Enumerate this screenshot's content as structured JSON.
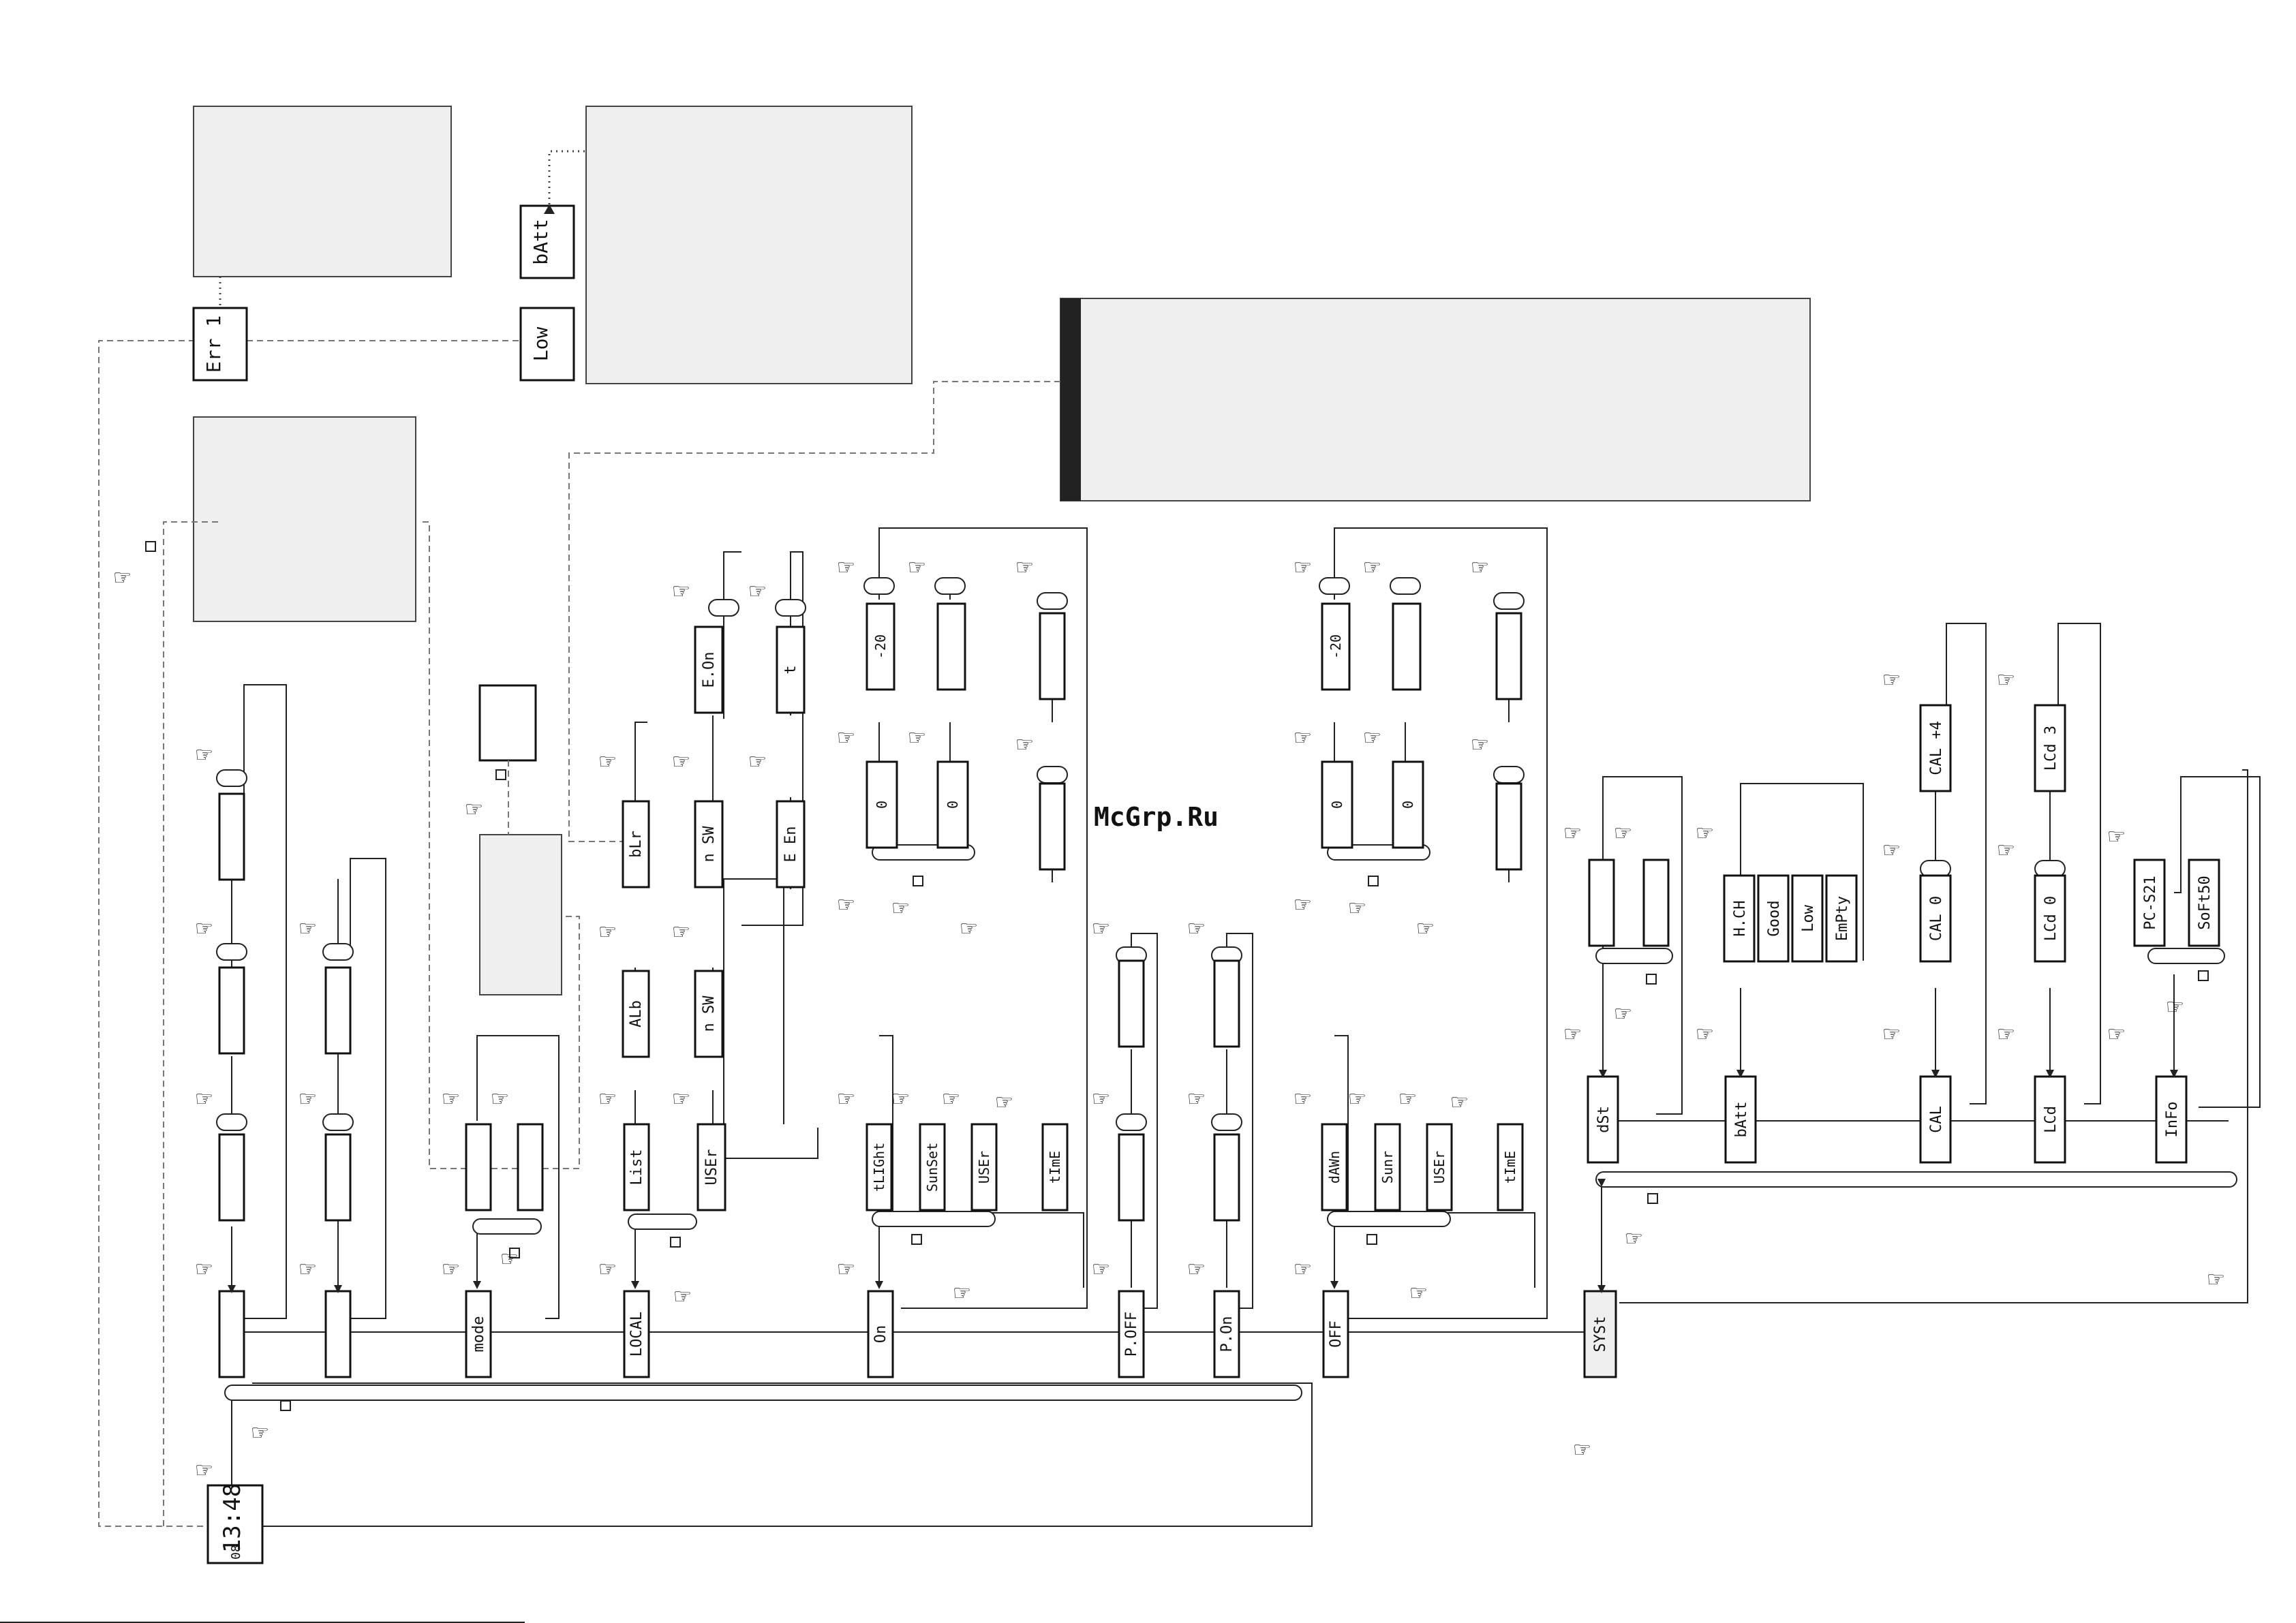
{
  "watermark": "McGrp.Ru",
  "error_code": "Err 1",
  "battery": {
    "low": "Low",
    "label": "bAtt"
  },
  "clock": {
    "time": "13:48",
    "seconds": "08"
  },
  "main_menu": [
    "mode",
    "LOCAL",
    "On",
    "P.OFF",
    "P.On",
    "OFF",
    "SYSt"
  ],
  "local_menu": {
    "list": "List",
    "user": "USEr",
    "alb": "ALb",
    "blk": "bLr",
    "n_sw_1": "n SW",
    "n_sw_2": "n SW",
    "e_on": "E.On",
    "e_en": "E En",
    "t": "t"
  },
  "on_menu": [
    "tLIGht",
    "SunSet",
    "USEr",
    "tImE"
  ],
  "on_sub": {
    "minus20": "-20",
    "k": "0",
    "o": "0"
  },
  "off_menu": [
    "dAWn",
    "Sunr",
    "USEr",
    "tImE"
  ],
  "off_sub": {
    "minus20": "-20",
    "k": "0",
    "o": "0"
  },
  "syst_menu": [
    "dSt",
    "bAtt",
    "CAL",
    "LCd",
    "InFo"
  ],
  "batt_status": [
    "H.CH",
    "Good",
    "Low",
    "EmPty"
  ],
  "cal": {
    "cal_0": "CAL 0",
    "cal_1": "CAL +4"
  },
  "lcd": {
    "lcd_0": "LCd 0",
    "lcd_1": "LCd 3"
  },
  "info": {
    "pc": "PC-S21",
    "soft": "SoFt50"
  },
  "colors": {
    "panel": "#efefef",
    "line": "#222222",
    "dashed": "#777777",
    "accent_bar": "#222222",
    "watermark": "#d9302a"
  }
}
